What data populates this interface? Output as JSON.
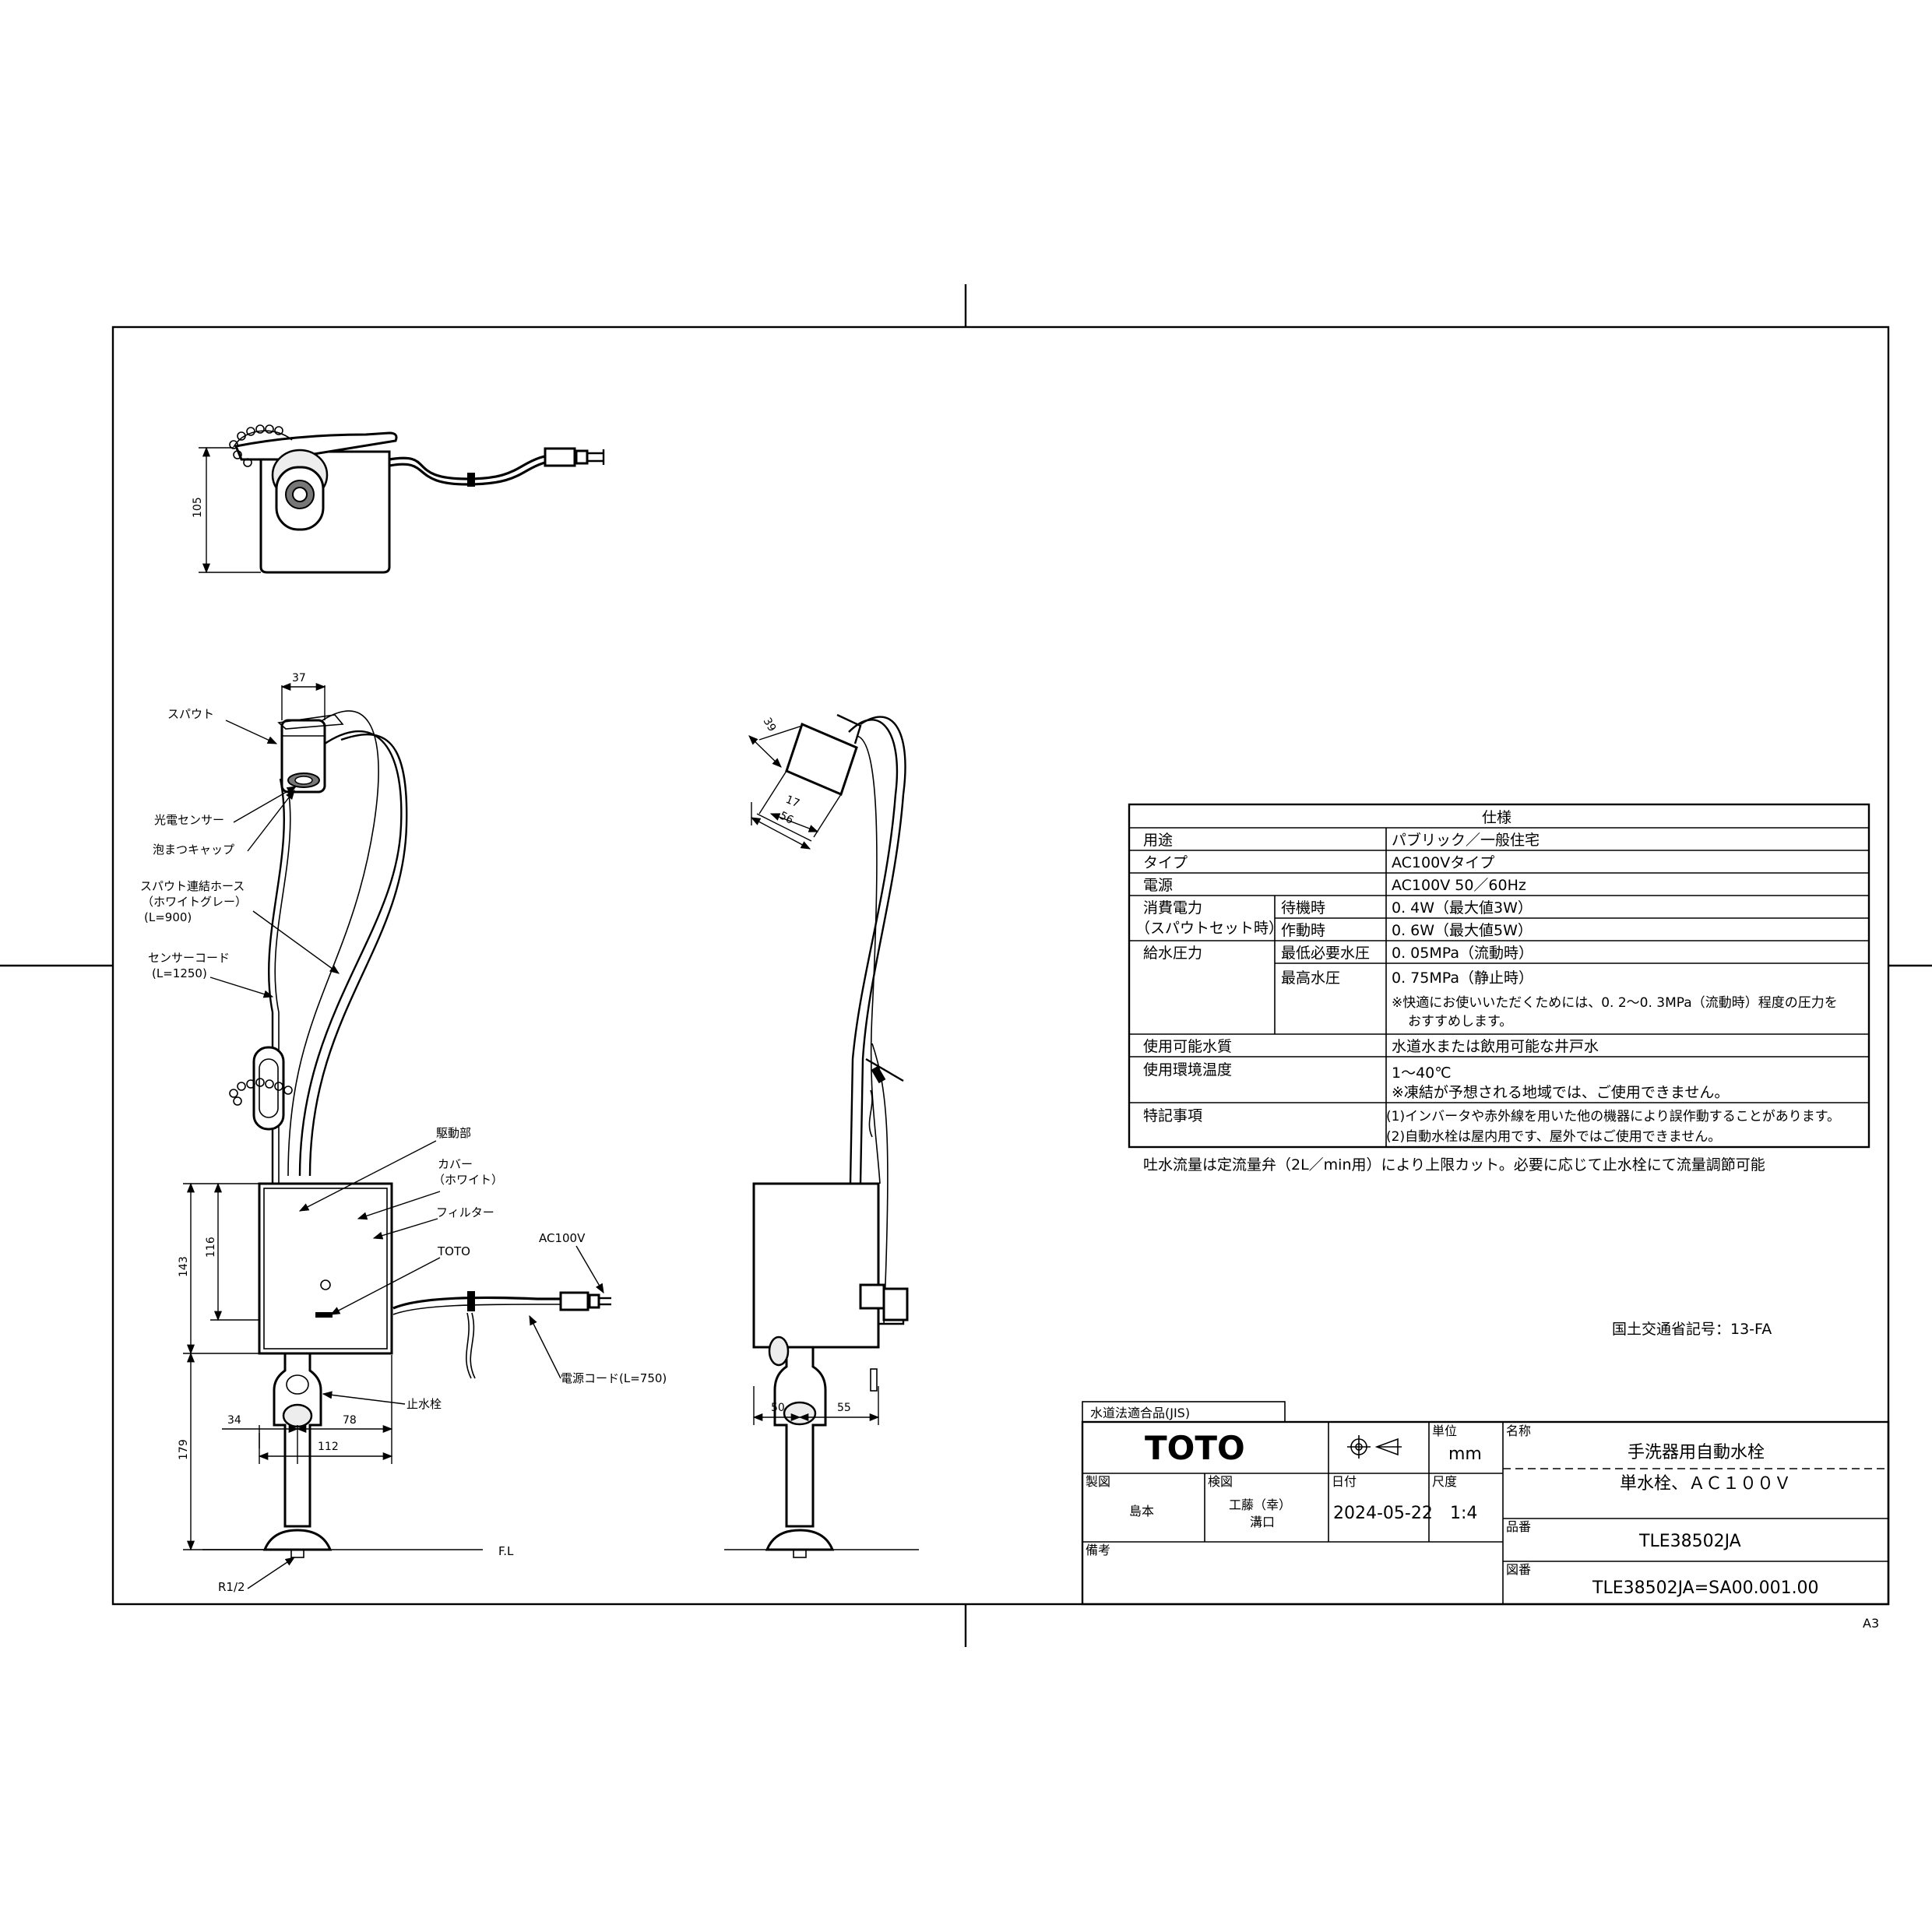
{
  "labels": {
    "spout": "スパウト",
    "photo_sensor": "光電センサー",
    "foam_cap": "泡まつキャップ",
    "spout_hose": "スパウト連結ホース",
    "spout_hose_color": "（ホワイトグレー）",
    "spout_hose_len": "(L=900)",
    "sensor_cord": "センサーコード",
    "sensor_cord_len": "(L=1250)",
    "drive_unit": "駆動部",
    "cover": "カバー",
    "cover_color": "（ホワイト）",
    "filter": "フィルター",
    "toto_mark": "TOTO",
    "ac100v": "AC100V",
    "power_cord": "電源コード(L=750)",
    "stop_valve": "止水栓",
    "fl": "F.L",
    "thread": "R1/2"
  },
  "dimensions": {
    "top_105": "105",
    "d37": "37",
    "d143": "143",
    "d116": "116",
    "d179": "179",
    "d34": "34",
    "d78": "78",
    "d112": "112",
    "d39": "39",
    "d17": "17",
    "d56": "56",
    "d50": "50",
    "d55": "55"
  },
  "spec": {
    "header": "仕様",
    "rows": [
      {
        "label": "用途",
        "value": "パブリック／一般住宅"
      },
      {
        "label": "タイプ",
        "value": "AC100Vタイプ"
      },
      {
        "label": "電源",
        "value": "AC100V  50／60Hz"
      }
    ],
    "power": {
      "label1": "消費電力",
      "label2": "（スパウトセット時）",
      "standby_label": "待機時",
      "standby_value": "0. 4W（最大値3W）",
      "operating_label": "作動時",
      "operating_value": "0. 6W（最大値5W）"
    },
    "pressure": {
      "label": "給水圧力",
      "min_label": "最低必要水圧",
      "min_value": "0. 05MPa（流動時）",
      "max_label": "最高水圧",
      "max_value": "0. 75MPa（静止時）",
      "note1": "※快適にお使いいただくためには、0. 2～0. 3MPa（流動時）程度の圧力を",
      "note2": "おすすめします。"
    },
    "water": {
      "label": "使用可能水質",
      "value": "水道水または飲用可能な井戸水"
    },
    "temp": {
      "label": "使用環境温度",
      "value": "1～40℃",
      "note": "※凍結が予想される地域では、ご使用できません。"
    },
    "notes": {
      "label": "特記事項",
      "line1": "(1)インバータや赤外線を用いた他の機器により誤作動することがあります。",
      "line2": "(2)自動水栓は屋内用です、屋外ではご使用できません。"
    },
    "footnote": "吐水流量は定流量弁（2L／min用）により上限カット。必要に応じて止水栓にて流量調節可能"
  },
  "mlit": "国土交通省記号：13-FA",
  "title_block": {
    "jis": "水道法適合品(JIS)",
    "logo": "TOTO",
    "unit_label": "単位",
    "unit_value": "mm",
    "name_label": "名称",
    "name_line1": "手洗器用自動水栓",
    "name_line2": "単水栓、ＡＣ１００Ｖ",
    "drawn_label": "製図",
    "drawn_value": "島本",
    "checked_label": "検図",
    "checked_value1": "工藤（幸）",
    "checked_value2": "溝口",
    "date_label": "日付",
    "date_value": "2024-05-22",
    "scale_label": "尺度",
    "scale_value": "1:4",
    "part_label": "品番",
    "part_value": "TLE38502JA",
    "notes_label": "備考",
    "drawing_no_label": "図番",
    "drawing_no_value": "TLE38502JA=SA00.001.00"
  },
  "sheet_size": "A3"
}
